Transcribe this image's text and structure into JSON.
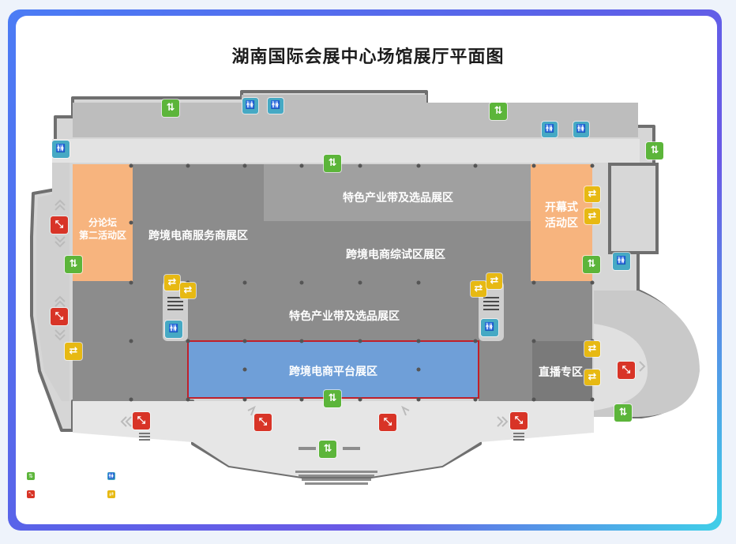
{
  "title": "湖南国际会展中心场馆展厅平面图",
  "halls": {
    "special_top": "特色产业带及选品展区",
    "forum_line1": "分论坛",
    "forum_line2": "第二活动区",
    "service": "跨境电商服务商展区",
    "comprehensive": "跨境电商综试区展区",
    "opening_line1": "开幕式",
    "opening_line2": "活动区",
    "special_mid": "特色产业带及选品展区",
    "platform": "跨境电商平台展区",
    "live": "直播专区"
  },
  "icons": {
    "elevator": "⇅",
    "restroom": "🚻",
    "escalator": "⤡",
    "stairs": "⇄"
  },
  "colors": {
    "orange": "#f7b47e",
    "blue_hall": "#6f9fd8",
    "hall_grey": "#8c8c8c",
    "hall_dark": "#7a7a7a",
    "hall_light": "#a0a0a0",
    "green": "#5cb53a",
    "blue": "#46a9c4",
    "red": "#d83427",
    "yellow": "#e7b913",
    "highlight_border": "#c0202a"
  }
}
